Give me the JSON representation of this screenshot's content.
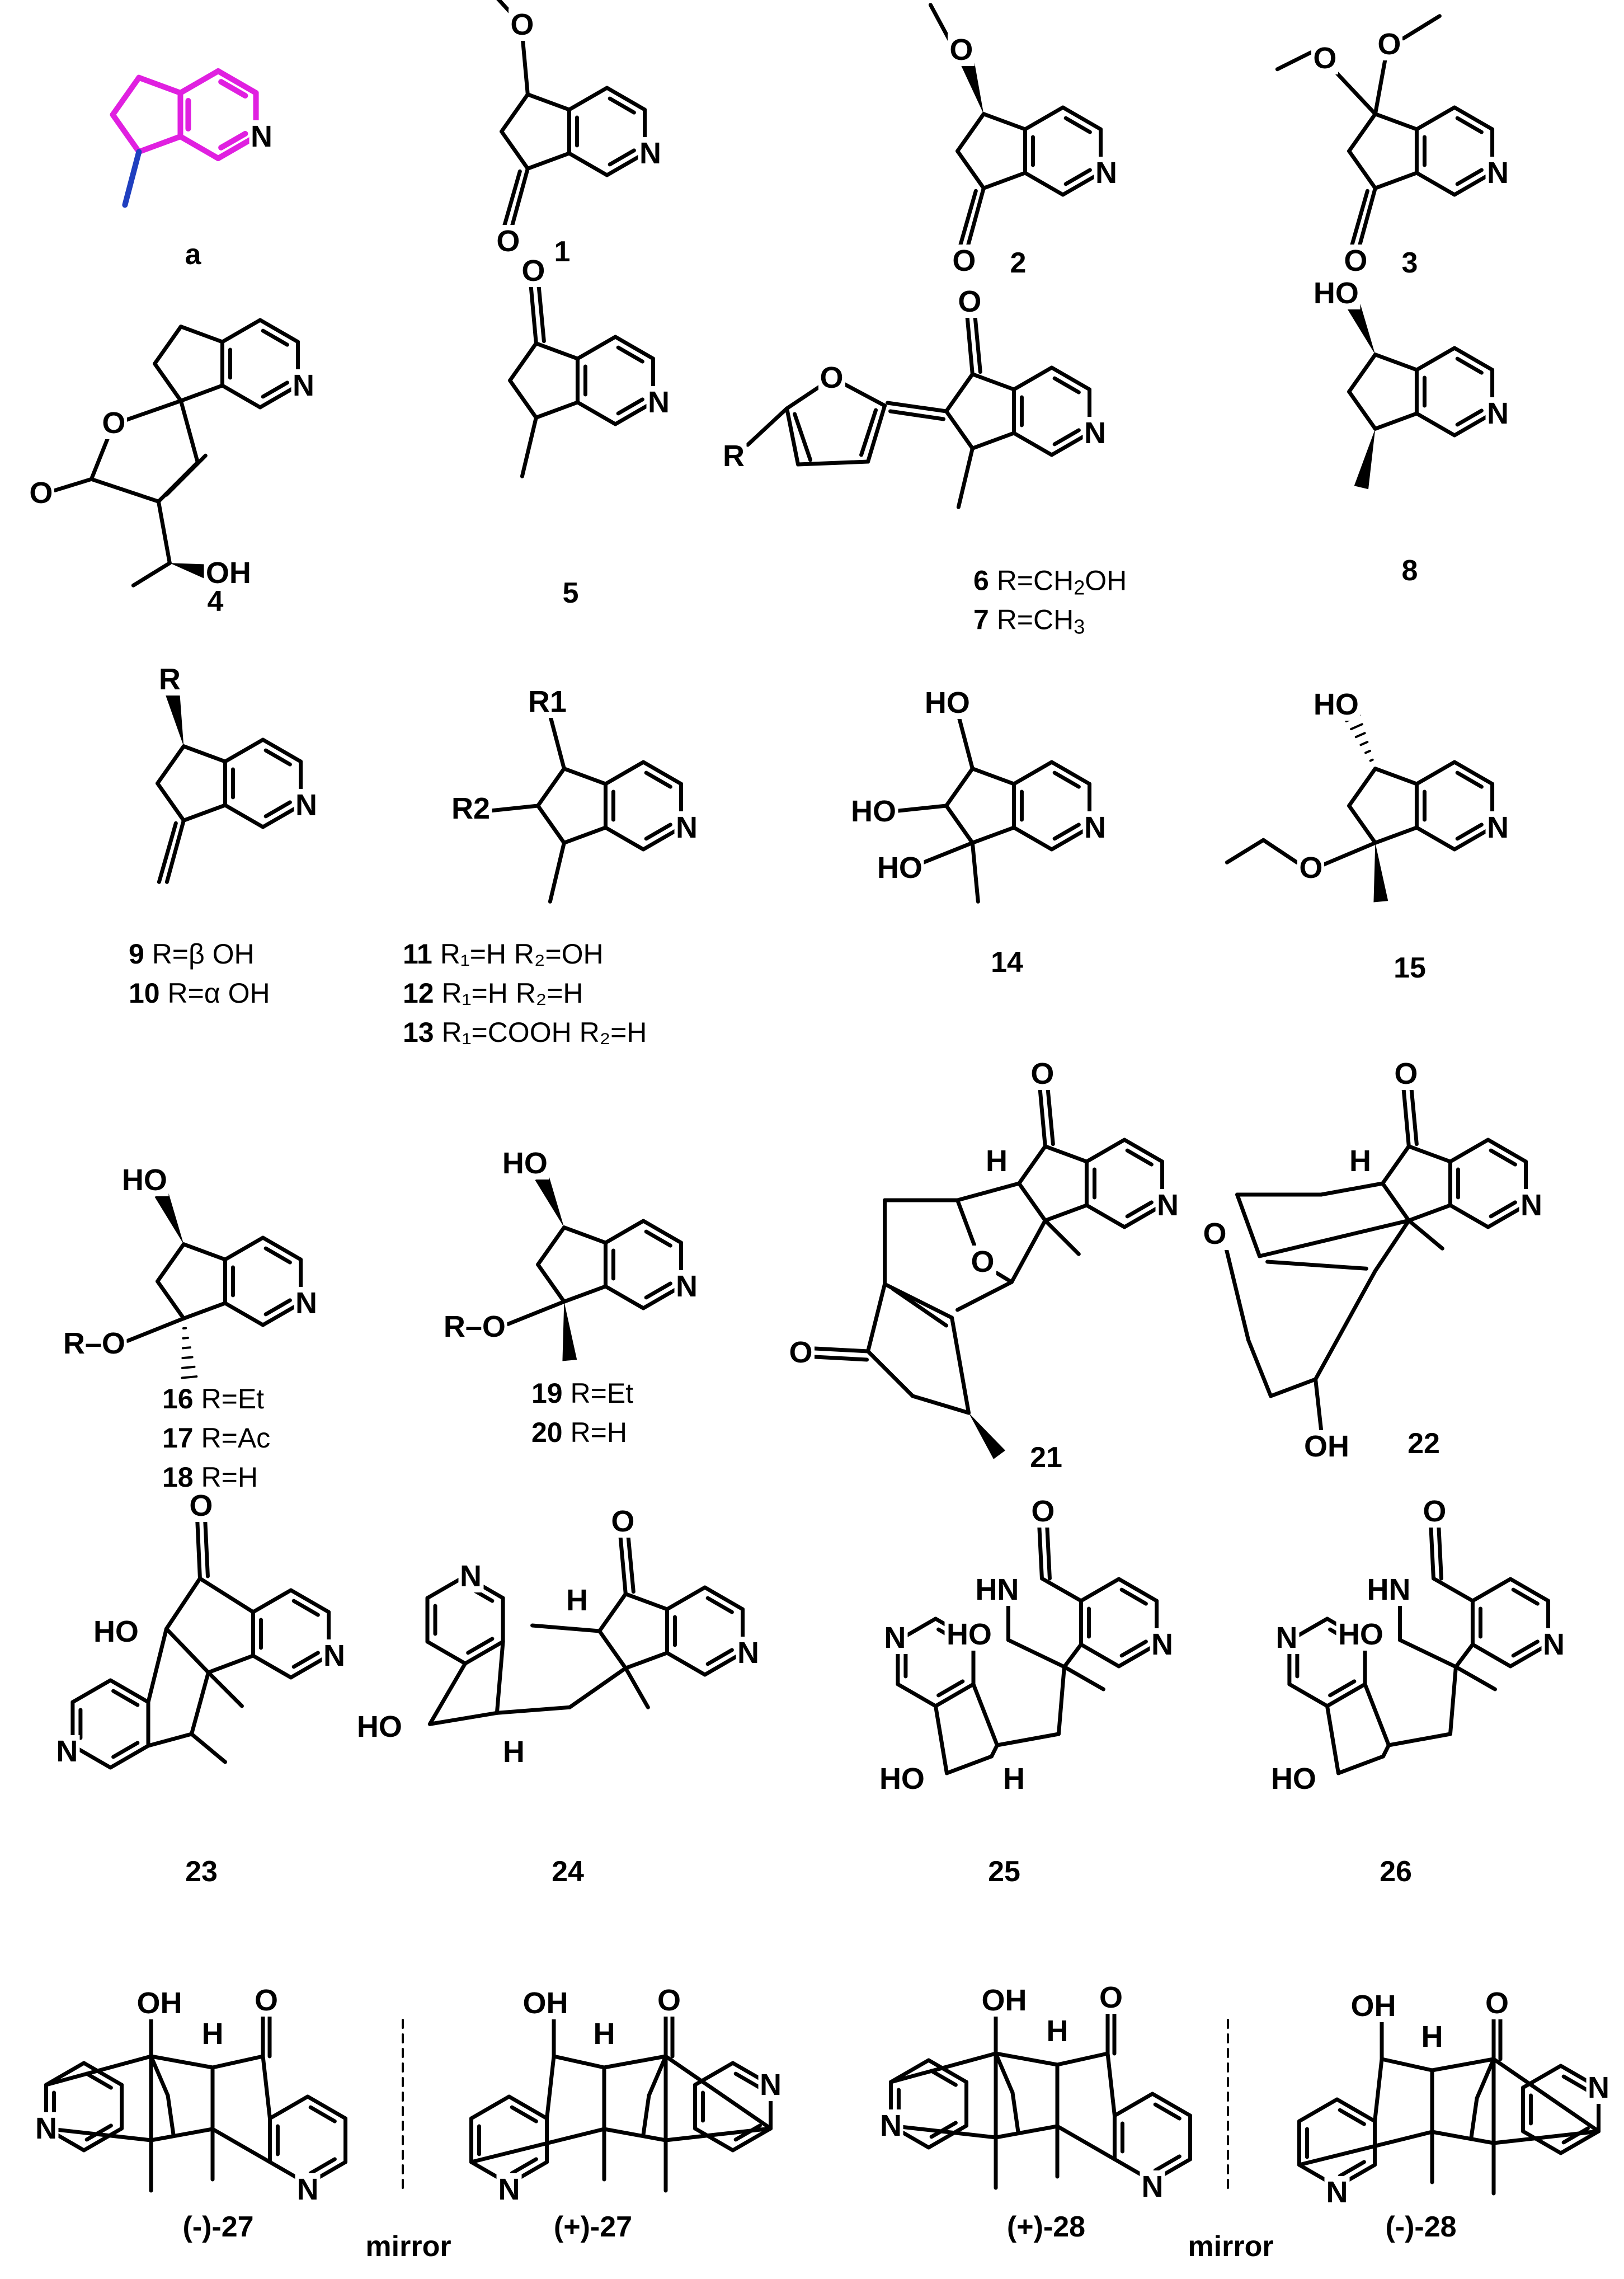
{
  "compounds": [
    {
      "id": "a",
      "label": "a",
      "kind": "core",
      "highlight": "#e020e0",
      "methyl": "#1f3fbf"
    },
    {
      "id": "c1",
      "label": "1",
      "kind": "enone",
      "atoms": [
        "O",
        "O",
        "N"
      ]
    },
    {
      "id": "c2",
      "label": "2",
      "kind": "methoxyketone",
      "atoms": [
        "O",
        "O",
        "N"
      ]
    },
    {
      "id": "c3",
      "label": "3",
      "kind": "dimethoxyketone",
      "atoms": [
        "O",
        "O",
        "O",
        "N"
      ]
    },
    {
      "id": "c4",
      "label": "4",
      "kind": "spirolactone",
      "atoms": [
        "O",
        "O",
        "OH",
        "N"
      ]
    },
    {
      "id": "c5",
      "label": "5",
      "kind": "methylketone",
      "atoms": [
        "O",
        "N"
      ]
    },
    {
      "id": "c6",
      "label": "",
      "kind": "furylidene",
      "atoms": [
        "O",
        "O",
        "R",
        "N"
      ],
      "substituents": [
        {
          "num": "6",
          "text": "R=CH",
          "sub": "2",
          "tail": "OH"
        },
        {
          "num": "7",
          "text": "R=CH",
          "sub": "3",
          "tail": ""
        }
      ]
    },
    {
      "id": "c8",
      "label": "8",
      "kind": "hydroxymethyl",
      "atoms": [
        "HO",
        "N"
      ]
    },
    {
      "id": "c9",
      "label": "",
      "kind": "exomethylene",
      "atoms": [
        "R",
        "N"
      ],
      "substituents": [
        {
          "num": "9",
          "text": "R=β OH"
        },
        {
          "num": "10",
          "text": "R=α OH"
        }
      ]
    },
    {
      "id": "c11",
      "label": "",
      "kind": "r1r2",
      "atoms": [
        "R1",
        "R2",
        "N"
      ],
      "substituents": [
        {
          "num": "11",
          "text": "R₁=H  R₂=OH"
        },
        {
          "num": "12",
          "text": "R₁=H  R₂=H"
        },
        {
          "num": "13",
          "text": "R₁=COOH  R₂=H"
        }
      ]
    },
    {
      "id": "c14",
      "label": "14",
      "kind": "triol",
      "atoms": [
        "HO",
        "HO",
        "HO",
        "N"
      ]
    },
    {
      "id": "c15",
      "label": "15",
      "kind": "ethoxy",
      "atoms": [
        "HO",
        "O",
        "N"
      ]
    },
    {
      "id": "c16",
      "label": "",
      "kind": "alkoxy-a",
      "atoms": [
        "HO",
        "R–O",
        "N"
      ],
      "substituents": [
        {
          "num": "16",
          "text": "R=Et"
        },
        {
          "num": "17",
          "text": "R=Ac"
        },
        {
          "num": "18",
          "text": "R=H"
        }
      ]
    },
    {
      "id": "c19",
      "label": "",
      "kind": "alkoxy-b",
      "atoms": [
        "HO",
        "R–O",
        "N"
      ],
      "substituents": [
        {
          "num": "19",
          "text": "R=Et"
        },
        {
          "num": "20",
          "text": "R=H"
        }
      ]
    },
    {
      "id": "c21",
      "label": "21",
      "kind": "dimer-ether",
      "atoms": [
        "O",
        "H",
        "O",
        "O",
        "N"
      ]
    },
    {
      "id": "c22",
      "label": "22",
      "kind": "dimer-epoxide",
      "atoms": [
        "O",
        "H",
        "O",
        "OH",
        "N"
      ]
    },
    {
      "id": "c23",
      "label": "23",
      "kind": "bis-pyridine-bridged",
      "atoms": [
        "O",
        "HO",
        "N",
        "N"
      ]
    },
    {
      "id": "c24",
      "label": "24",
      "kind": "fused-pentacycle",
      "atoms": [
        "O",
        "H",
        "N",
        "HO",
        "H",
        "N"
      ]
    },
    {
      "id": "c25",
      "label": "25",
      "kind": "lactam-a",
      "atoms": [
        "O",
        "HN",
        "HO",
        "N",
        "N",
        "H",
        "HO"
      ]
    },
    {
      "id": "c26",
      "label": "26",
      "kind": "lactam-b",
      "atoms": [
        "O",
        "HN",
        "HO",
        "N",
        "N",
        "HO"
      ]
    },
    {
      "id": "c27m",
      "label": "(-)-27",
      "kind": "bridged-dimer",
      "atoms": [
        "OH",
        "H",
        "O",
        "N",
        "N"
      ]
    },
    {
      "id": "c27p",
      "label": "(+)-27",
      "kind": "bridged-dimer-mirror",
      "atoms": [
        "O",
        "H",
        "OH",
        "N",
        "N"
      ]
    },
    {
      "id": "c28p",
      "label": "(+)-28",
      "kind": "bridged-dimer",
      "atoms": [
        "OH",
        "H",
        "O",
        "N",
        "N"
      ]
    },
    {
      "id": "c28m",
      "label": "(-)-28",
      "kind": "bridged-dimer-mirror",
      "atoms": [
        "O",
        "H",
        "OH",
        "N",
        "N"
      ]
    }
  ],
  "mirror_labels": [
    "mirror",
    "mirror"
  ]
}
